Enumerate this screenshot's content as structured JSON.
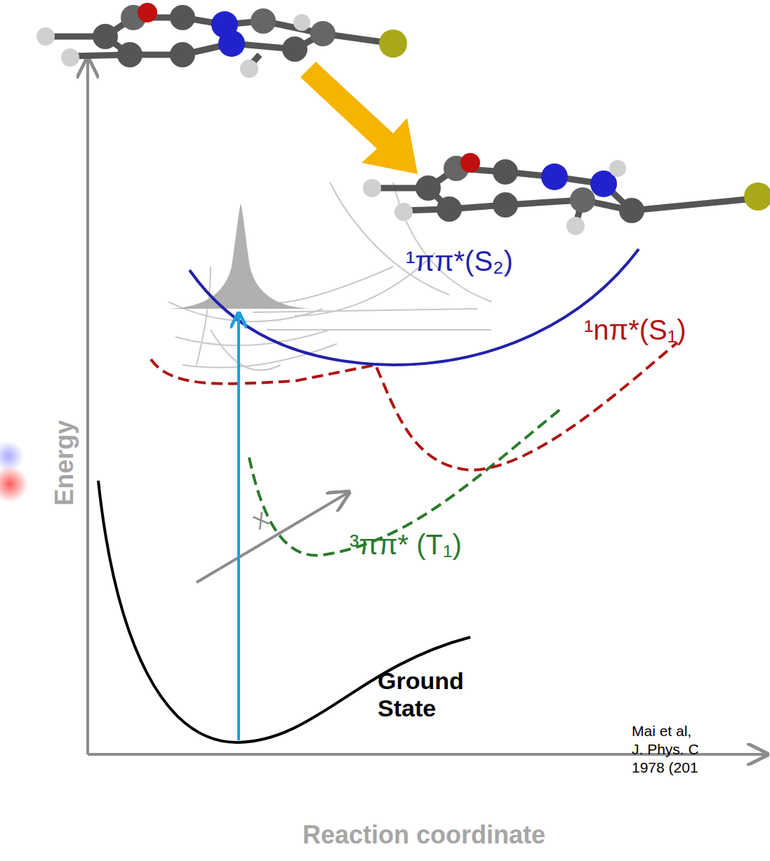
{
  "diagram": {
    "labels": [
      "¹ππ*(S₂)",
      "¹nπ*(S₁)",
      "³ππ* (T₁)",
      "Energy",
      "Reaction coordinate",
      "Ground State",
      "X",
      "Mai et al,",
      "J. Phys. C",
      "1978 (201"
    ]
  }
}
